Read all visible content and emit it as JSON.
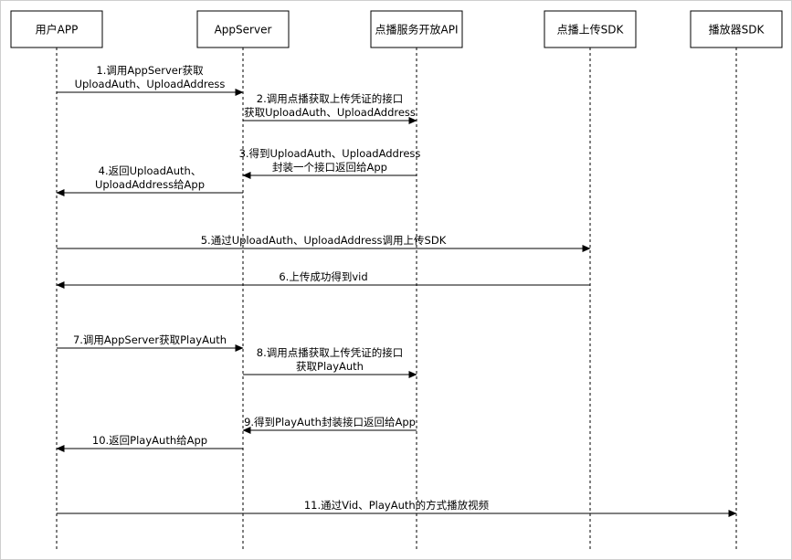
{
  "diagram": {
    "participants": [
      {
        "id": "app",
        "label": "用户APP"
      },
      {
        "id": "server",
        "label": "AppServer"
      },
      {
        "id": "vod_api",
        "label": "点播服务开放API"
      },
      {
        "id": "upload_sdk",
        "label": "点播上传SDK"
      },
      {
        "id": "player_sdk",
        "label": "播放器SDK"
      }
    ],
    "messages": [
      {
        "from": "app",
        "to": "server",
        "lines": [
          "1.调用AppServer获取",
          "UploadAuth、UploadAddress"
        ]
      },
      {
        "from": "server",
        "to": "vod_api",
        "lines": [
          "2.调用点播获取上传凭证的接口",
          "获取UploadAuth、UploadAddress"
        ]
      },
      {
        "from": "vod_api",
        "to": "server",
        "lines": [
          "3.得到UploadAuth、UploadAddress",
          "封装一个接口返回给App"
        ]
      },
      {
        "from": "server",
        "to": "app",
        "lines": [
          "4.返回UploadAuth、",
          "UploadAddress给App"
        ]
      },
      {
        "from": "app",
        "to": "upload_sdk",
        "lines": [
          "5.通过UploadAuth、UploadAddress调用上传SDK"
        ]
      },
      {
        "from": "upload_sdk",
        "to": "app",
        "lines": [
          "6.上传成功得到vid"
        ]
      },
      {
        "from": "app",
        "to": "server",
        "lines": [
          "7.调用AppServer获取PlayAuth"
        ]
      },
      {
        "from": "server",
        "to": "vod_api",
        "lines": [
          "8.调用点播获取上传凭证的接口",
          "获取PlayAuth"
        ]
      },
      {
        "from": "vod_api",
        "to": "server",
        "lines": [
          "9.得到PlayAuth封装接口返回给App"
        ]
      },
      {
        "from": "server",
        "to": "app",
        "lines": [
          "10.返回PlayAuth给App"
        ]
      },
      {
        "from": "app",
        "to": "player_sdk",
        "lines": [
          "11.通过Vid、PlayAuth的方式播放视频"
        ]
      }
    ]
  }
}
